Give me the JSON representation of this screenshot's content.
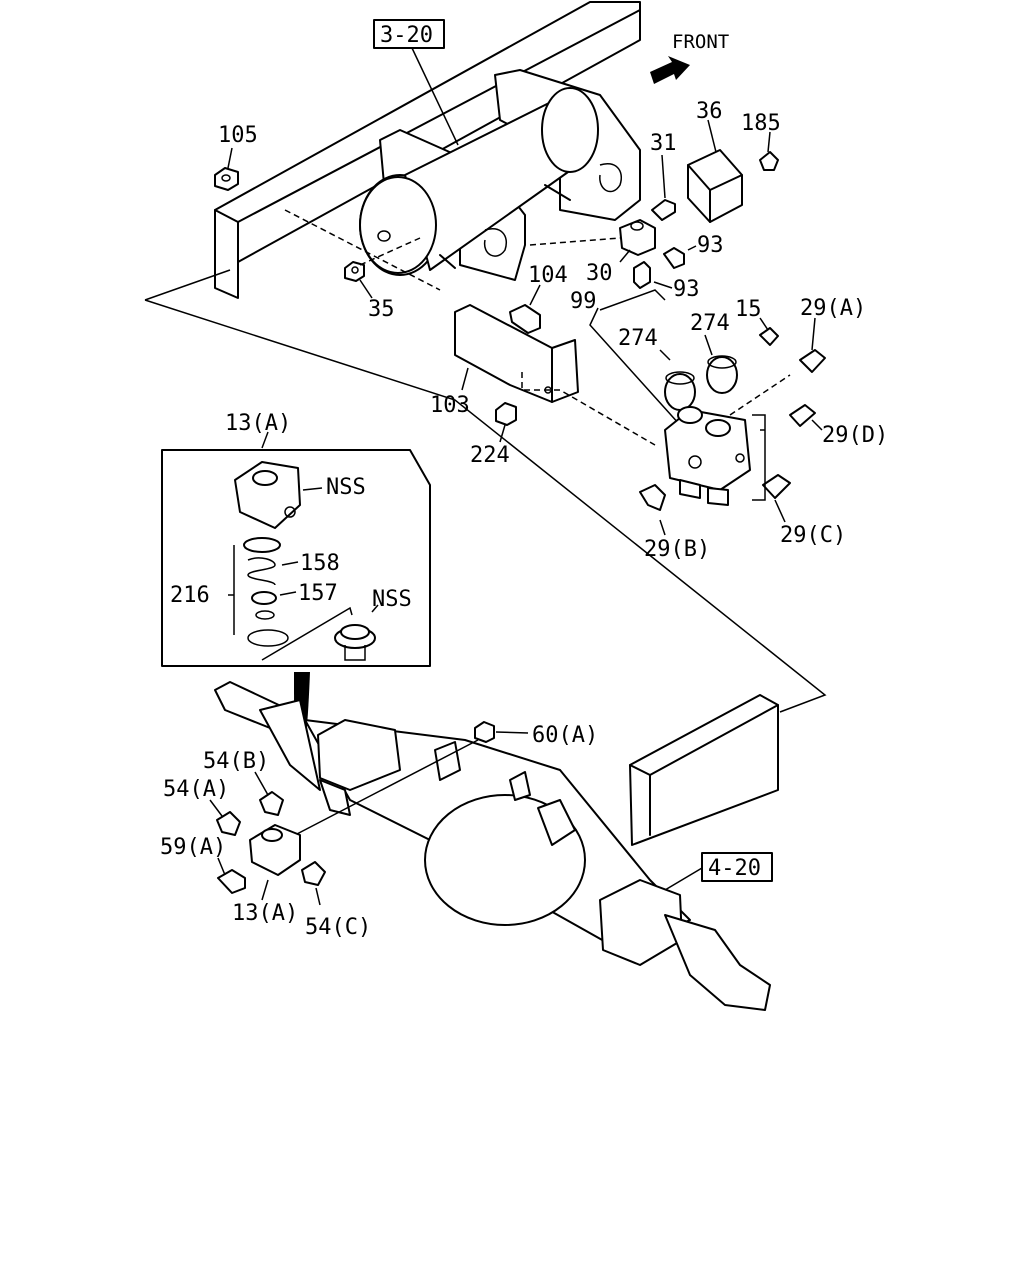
{
  "header": {
    "front_label": "FRONT"
  },
  "refs": {
    "top": "3-20",
    "bottom": "4-20"
  },
  "callouts": {
    "p105": "105",
    "p35": "35",
    "p31": "31",
    "p36": "36",
    "p185": "185",
    "p93a": "93",
    "p93b": "93",
    "p30": "30",
    "p104": "104",
    "p99": "99",
    "p274a": "274",
    "p274b": "274",
    "p15": "15",
    "p29a": "29(A)",
    "p29d": "29(D)",
    "p29b": "29(B)",
    "p29c": "29(C)",
    "p103": "103",
    "p224": "224",
    "p13a_top": "13(A)",
    "nss1": "NSS",
    "p158": "158",
    "p216": "216",
    "p157": "157",
    "nss2": "NSS",
    "p60a": "60(A)",
    "p54b": "54(B)",
    "p54a": "54(A)",
    "p59a": "59(A)",
    "p13a_bot": "13(A)",
    "p54c": "54(C)"
  }
}
